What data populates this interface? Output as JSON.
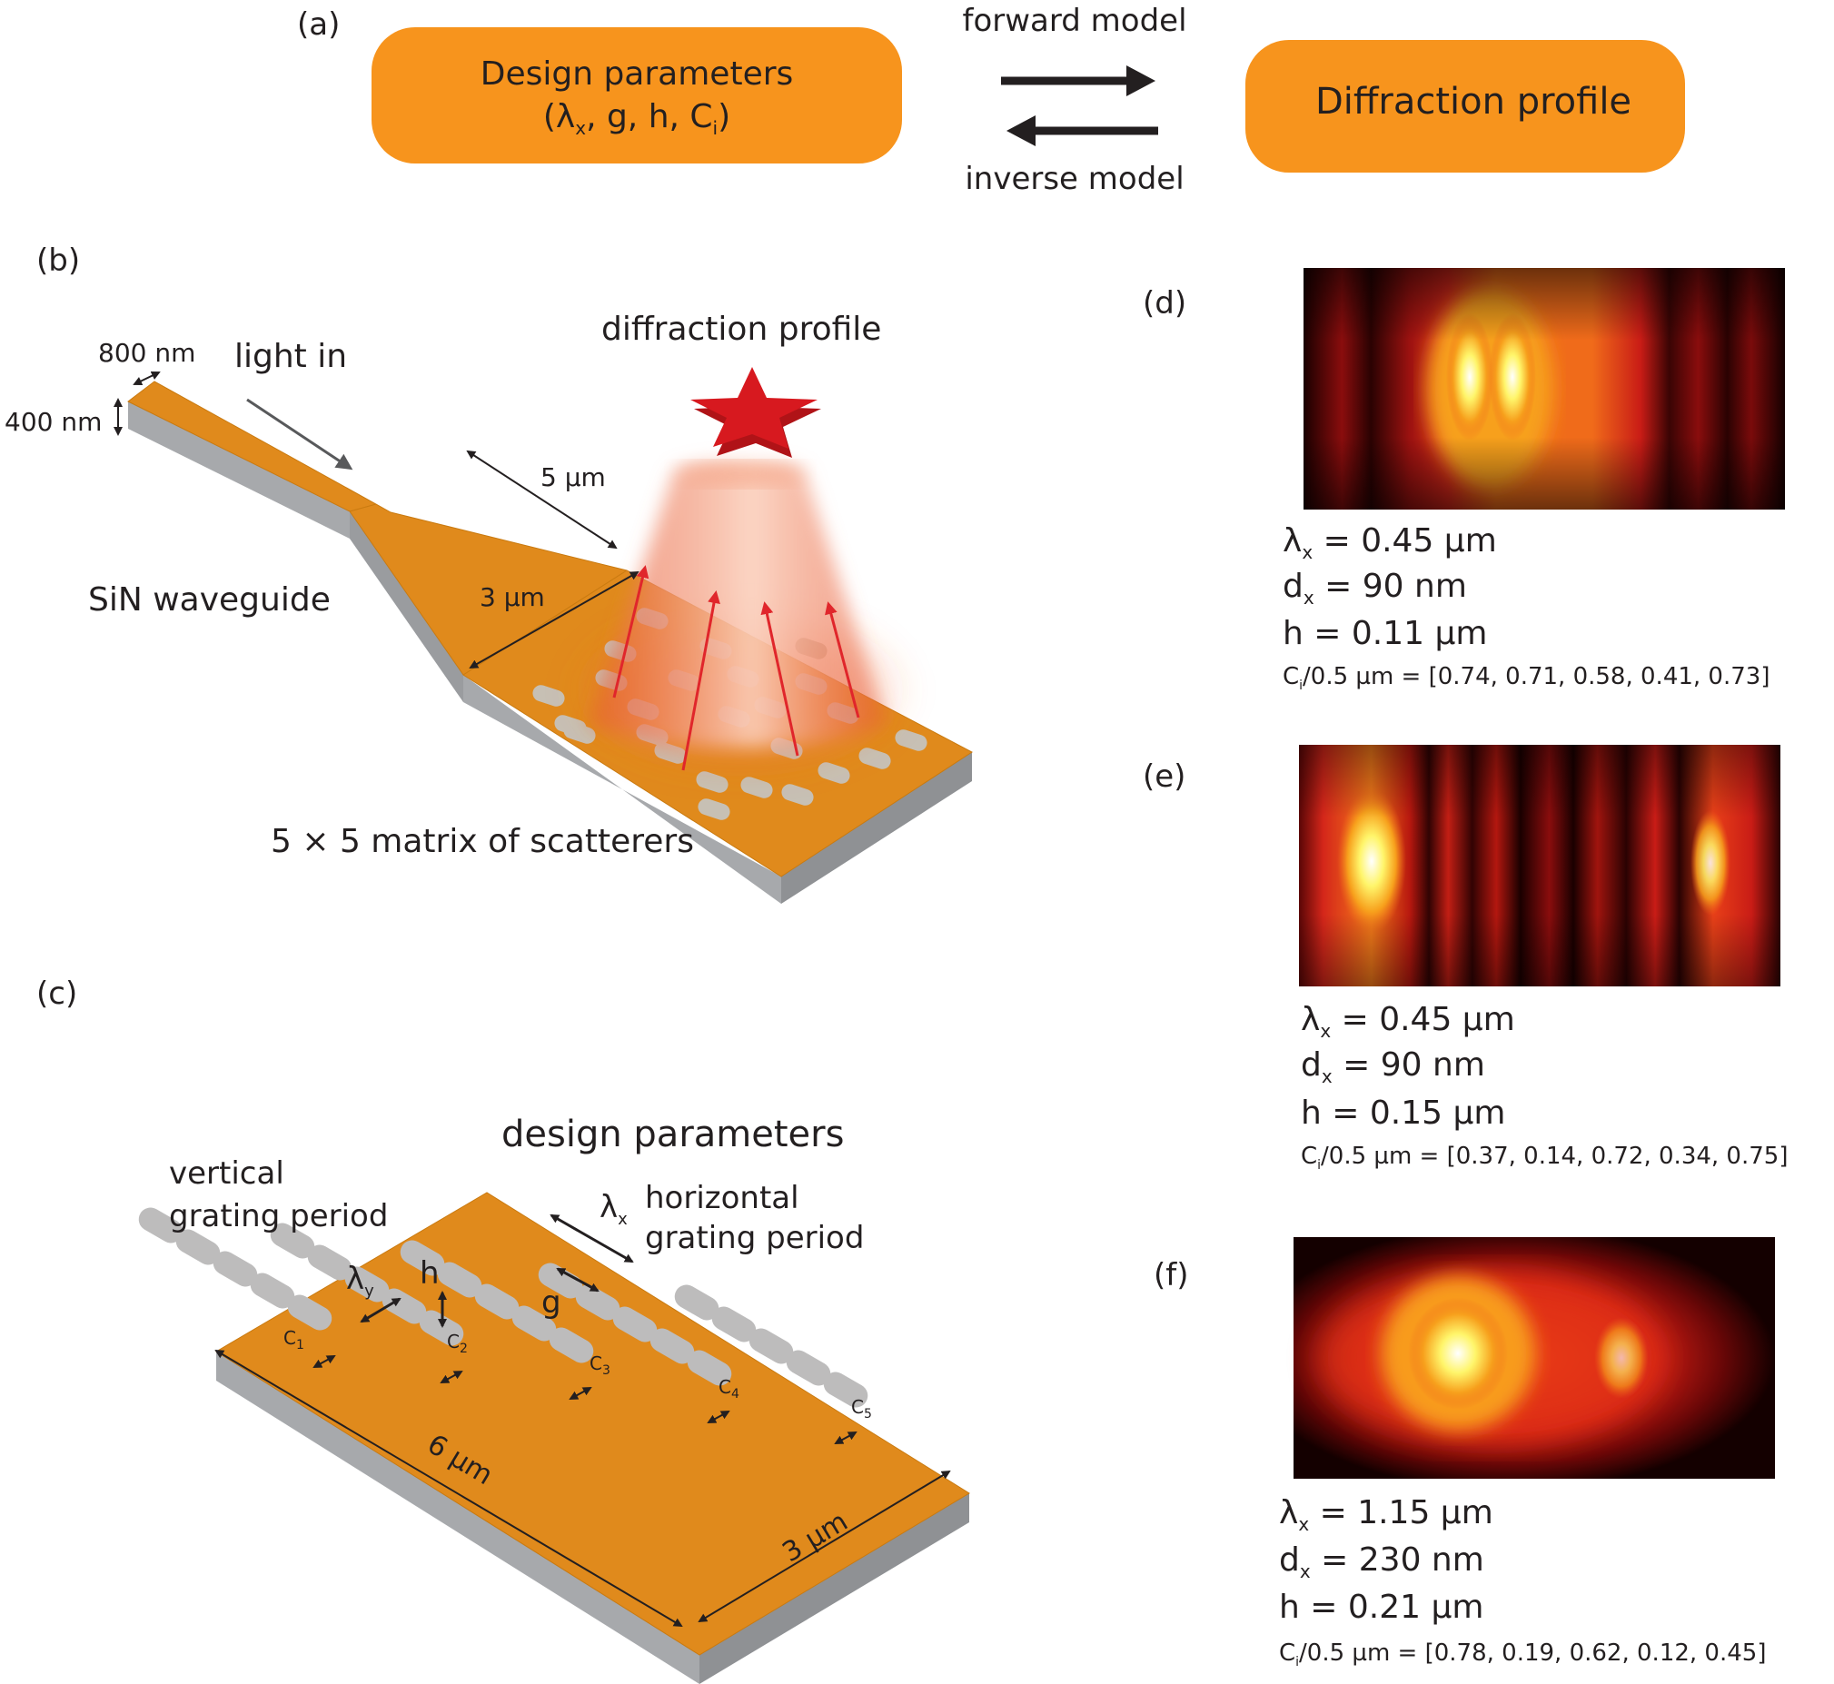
{
  "panel_a": {
    "label": "(a)",
    "box_left_line1": "Design parameters",
    "box_left_line2": "(λ",
    "box_left_sub_x": "x",
    "box_left_line2_rest": ", g, h, C",
    "box_left_sub_i": "i",
    "box_left_close": ")",
    "box_right": "Diffraction profile",
    "forward": "forward model",
    "inverse": "inverse model"
  },
  "panel_b": {
    "label": "(b)",
    "width_dim": "800 nm",
    "height_dim": "400 nm",
    "light_in": "light in",
    "diffraction_profile": "diffraction profile",
    "length_dim": "5 µm",
    "taper_dim": "3 µm",
    "waveguide": "SiN waveguide",
    "matrix": "5 × 5 matrix of scatterers"
  },
  "panel_c": {
    "label": "(c)",
    "title": "design parameters",
    "vertical_1": "vertical",
    "vertical_2": "grating period",
    "horizontal_1": "horizontal",
    "horizontal_2": "grating period",
    "lambda_x": "λ",
    "lambda_x_sub": "x",
    "lambda_y": "λ",
    "lambda_y_sub": "y",
    "h": "h",
    "g": "g",
    "c1": "C",
    "c1_sub": "1",
    "c2": "C",
    "c2_sub": "2",
    "c3": "C",
    "c3_sub": "3",
    "c4": "C",
    "c4_sub": "4",
    "c5": "C",
    "c5_sub": "5",
    "length_dim": "6 µm",
    "width_dim": "3 µm"
  },
  "panel_d": {
    "label": "(d)",
    "lambda_sym": "λ",
    "lambda_sub": "x",
    "lambda_val": " = 0.45 µm",
    "d_sym": "d",
    "d_sub": "x",
    "d_val": " = 90 nm",
    "h_line": "h = 0.11 µm",
    "c_sym": "C",
    "c_sub": "i",
    "c_val": "/0.5 µm = [0.74, 0.71, 0.58, 0.41, 0.73]"
  },
  "panel_e": {
    "label": "(e)",
    "lambda_sym": "λ",
    "lambda_sub": "x",
    "lambda_val": " = 0.45 µm",
    "d_sym": "d",
    "d_sub": "x",
    "d_val": " = 90 nm",
    "h_line": "h = 0.15 µm",
    "c_sym": "C",
    "c_sub": "i",
    "c_val": "/0.5 µm  = [0.37, 0.14, 0.72, 0.34, 0.75]"
  },
  "panel_f": {
    "label": "(f)",
    "lambda_sym": "λ",
    "lambda_sub": "x",
    "lambda_val": " = 1.15 µm",
    "d_sym": "d",
    "d_sub": "x",
    "d_val": " = 230 nm",
    "h_line": "h = 0.21 µm",
    "c_sym": "C",
    "c_sub": "i",
    "c_val": "/0.5 µm  = [0.78, 0.19, 0.62, 0.12, 0.45]"
  },
  "colors": {
    "orange": "#f7941d",
    "waveguide_top": "#e08a1c",
    "side_gray": "#a7a9ac",
    "hole_gray": "#b9b9b9",
    "arrow_red": "#e0262b",
    "star_red": "#d7191f"
  }
}
